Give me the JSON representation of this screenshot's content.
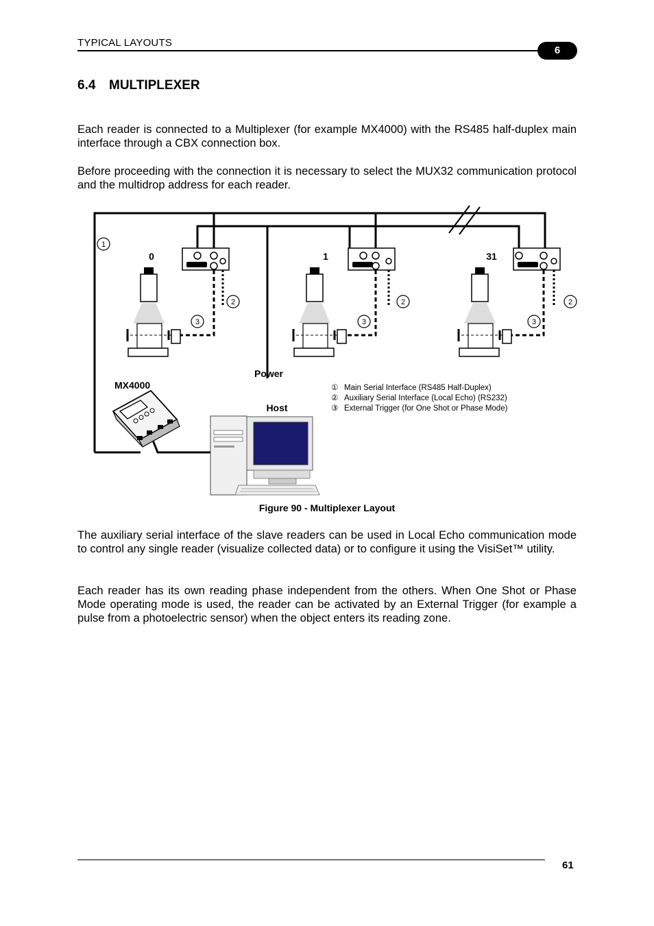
{
  "header": {
    "section_label": "TYPICAL LAYOUTS",
    "chapter_number": "6"
  },
  "section": {
    "number": "6.4",
    "title": "MULTIPLEXER"
  },
  "paragraphs": {
    "p1": "Each reader is connected to a Multiplexer (for example MX4000) with the RS485 half-duplex main interface through a CBX connection box.",
    "p2": "Before proceeding with the connection it is necessary to select the MUX32 communication protocol and the multidrop address for each reader.",
    "p3": "The auxiliary serial interface of the slave readers can be used in Local Echo communication mode to control any single reader (visualize collected data) or to configure it using the VisiSet™ utility.",
    "p4": "Each reader has its own reading phase independent from the others. When One Shot or Phase Mode operating mode is used, the reader can be activated by an External Trigger (for example a pulse from a photoelectric sensor) when the object enters its reading zone."
  },
  "figure": {
    "caption": "Figure 90 - Multiplexer Layout",
    "labels": {
      "reader_0": "0",
      "reader_1": "1",
      "reader_31": "31",
      "power": "Power",
      "mx4000": "MX4000",
      "host": "Host",
      "callout_1": "1",
      "callout_2": "2",
      "callout_3": "3"
    },
    "legend": [
      {
        "marker": "①",
        "text": "Main Serial Interface (RS485 Half-Duplex)"
      },
      {
        "marker": "②",
        "text": "Auxiliary Serial Interface (Local Echo) (RS232)"
      },
      {
        "marker": "③",
        "text": "External Trigger (for One Shot or Phase Mode)"
      }
    ]
  },
  "footer": {
    "page_number": "61"
  }
}
